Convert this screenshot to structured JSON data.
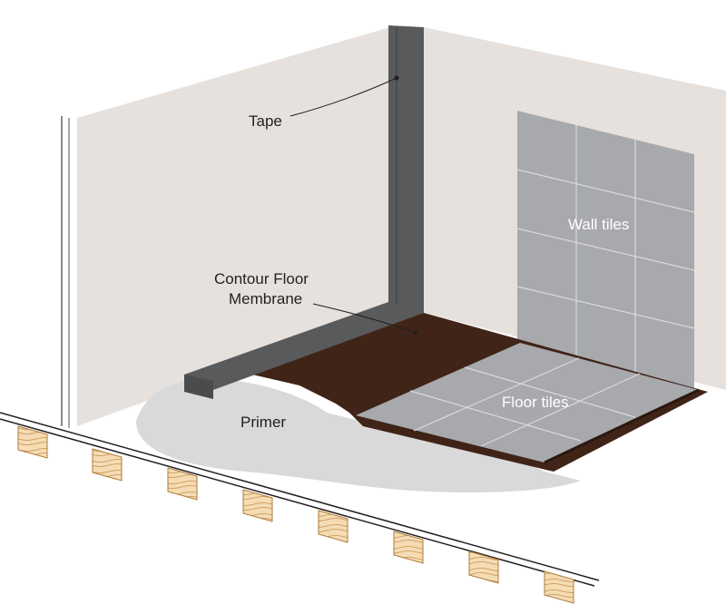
{
  "labels": {
    "tape": "Tape",
    "membrane_line1": "Contour Floor",
    "membrane_line2": "Membrane",
    "wall_tiles": "Wall tiles",
    "floor_tiles": "Floor tiles",
    "primer": "Primer"
  },
  "colors": {
    "wall": "#e6e1dd",
    "tape": "#595a5c",
    "membrane": "#3f2417",
    "tile": "#a7a9ac",
    "tile_grout": "#d9dadb",
    "primer": "#d9d9da",
    "joist_wood": "#f2d9b0",
    "joist_line": "#b07a3a",
    "outline": "#231f20"
  }
}
